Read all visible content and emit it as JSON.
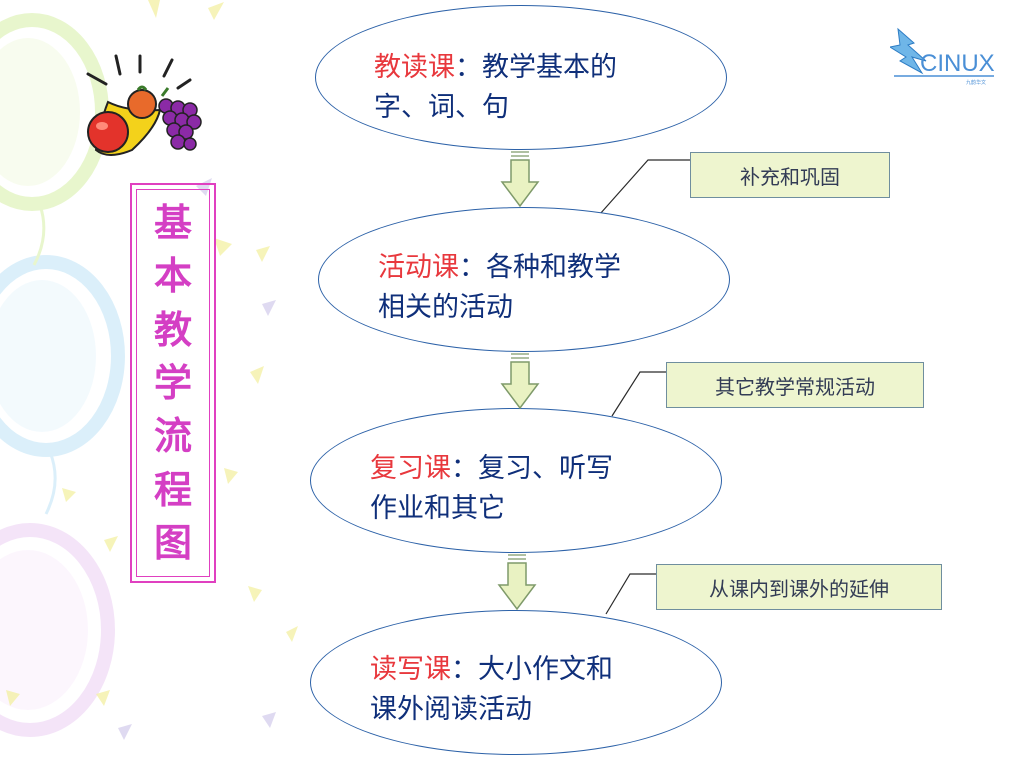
{
  "title_chars": [
    "基",
    "本",
    "教",
    "学",
    "流",
    "程",
    "图"
  ],
  "nodes": [
    {
      "keyword": "教读课",
      "sep": "：",
      "line1": "教学基本的",
      "line2": "字、词、句"
    },
    {
      "keyword": "活动课",
      "sep": "：",
      "line1": "各种和教学",
      "line2": "相关的活动"
    },
    {
      "keyword": "复习课",
      "sep": "：",
      "line1": "复习、听写",
      "line2": "作业和其它"
    },
    {
      "keyword": "读写课",
      "sep": "：",
      "line1": "大小作文和",
      "line2": "课外阅读活动"
    }
  ],
  "notes": [
    "补充和巩固",
    "其它教学常规活动",
    "从课内到课外的延伸"
  ],
  "logo": {
    "text": "CINUX",
    "sub": "九韵华文"
  },
  "colors": {
    "title": "#d43fc4",
    "keyword": "#e8383d",
    "body_text": "#0f2f7a",
    "ellipse_border": "#2d62a8",
    "note_fill": "#eef5cf",
    "arrow_fill": "#e9f2c2"
  },
  "icons": [
    "fruit-basket-icon",
    "down-arrow-icon",
    "cinux-logo-icon"
  ]
}
